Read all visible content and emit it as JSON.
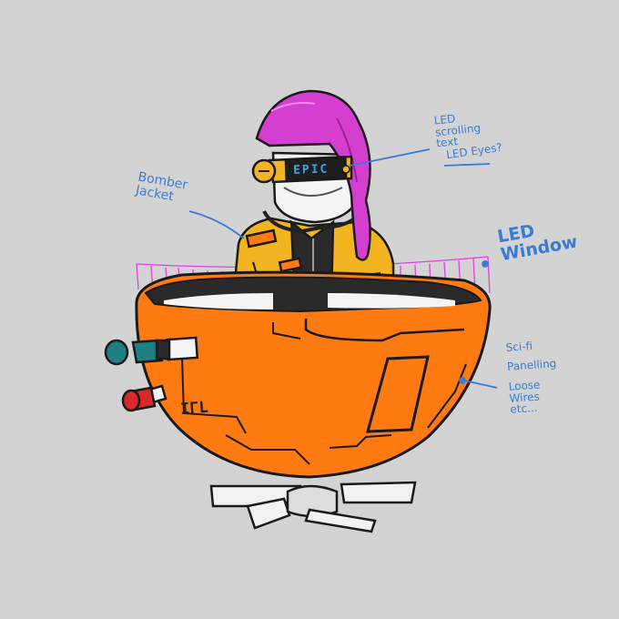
{
  "visor": {
    "text": "EPIC"
  },
  "ship": {
    "mark": "IΓL"
  },
  "annotations": {
    "bomber_jacket": [
      "Bomber",
      "Jacket"
    ],
    "led_scrolling": [
      "LED",
      "scrolling",
      "text"
    ],
    "led_eyes": "LED Eyes?",
    "led_window": [
      "LED",
      "Window"
    ],
    "panelling": [
      "Sci-fi",
      "Panelling",
      "Loose",
      "Wires",
      "etc..."
    ]
  },
  "colors": {
    "background": "#d3d3d3",
    "hull": "#ff7a10",
    "jacket": "#f2b521",
    "hair": "#d43fd0",
    "annotation": "#3a7bd5",
    "window_lines": "#e040e0",
    "teal_thruster": "#1f7f84",
    "red_thruster": "#d82828"
  }
}
